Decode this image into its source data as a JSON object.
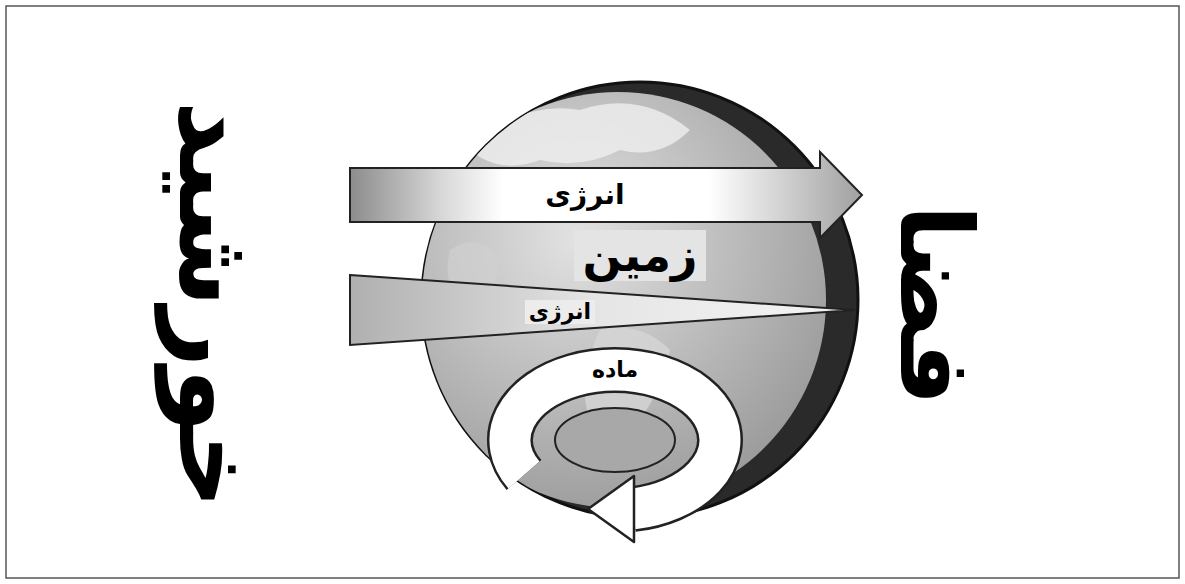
{
  "diagram": {
    "nodes": [
      {
        "text": [
          "زمین"
        ]
      }
    ],
    "labels": [
      "خورشید",
      "فضا",
      "انرژی",
      "انرژی",
      "ماده"
    ]
  }
}
